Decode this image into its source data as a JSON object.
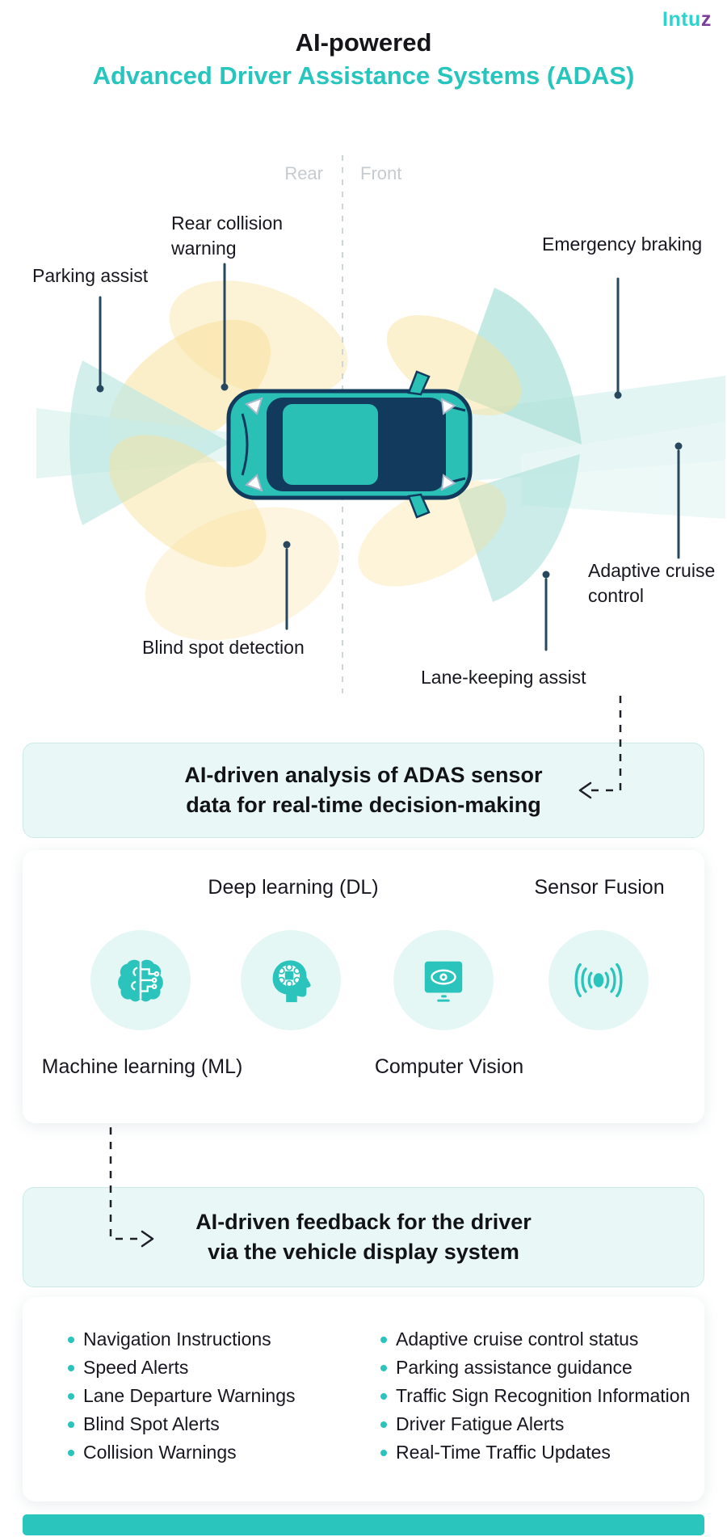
{
  "colors": {
    "accent_teal": "#2AC6BD",
    "logo_purple": "#7C3D9A",
    "car_dark_navy": "#113A5D",
    "pointer_navy": "#27485F",
    "beam_yellow": "#F8DF95",
    "beam_teal": "#A9E0D9",
    "teal_box_bg": "#E9F8F6",
    "text_dark": "#17171F",
    "muted_gray": "#C6CBCF"
  },
  "logo": {
    "main": "Intu",
    "accent": "z"
  },
  "header": {
    "title": "AI-powered",
    "subtitle": "Advanced Driver Assistance Systems (ADAS)"
  },
  "diagram": {
    "rear": "Rear",
    "front": "Front",
    "callouts": [
      {
        "label": "Parking assist"
      },
      {
        "label": "Rear collision warning"
      },
      {
        "label": "Emergency braking"
      },
      {
        "label": "Blind spot detection"
      },
      {
        "label": "Lane-keeping assist"
      },
      {
        "label": "Adaptive cruise control"
      }
    ]
  },
  "analysis_box": {
    "line1": "AI-driven analysis of ADAS sensor",
    "line2": "data for real-time decision-making"
  },
  "technologies": [
    {
      "label": "Machine learning (ML)",
      "icon": "brain-circuit-icon"
    },
    {
      "label": "Deep learning (DL)",
      "icon": "head-chip-icon"
    },
    {
      "label": "Computer Vision",
      "icon": "monitor-eye-icon"
    },
    {
      "label": "Sensor Fusion",
      "icon": "signal-waves-icon"
    }
  ],
  "feedback_box": {
    "line1": "AI-driven feedback for the driver",
    "line2": "via the vehicle display system"
  },
  "feedback_items": {
    "left": [
      "Navigation Instructions",
      "Speed Alerts",
      "Lane Departure Warnings",
      "Blind Spot Alerts",
      "Collision Warnings"
    ],
    "right": [
      "Adaptive cruise control status",
      "Parking assistance guidance",
      "Traffic Sign Recognition Information",
      "Driver Fatigue Alerts",
      "Real-Time Traffic Updates"
    ]
  }
}
